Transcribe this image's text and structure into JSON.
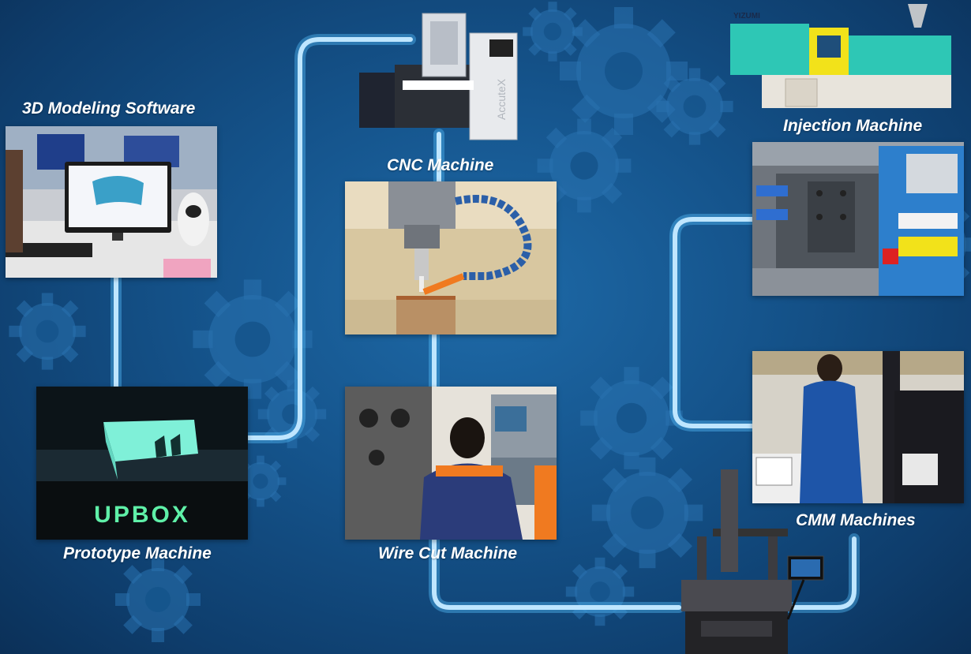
{
  "stations": {
    "modeling": {
      "label": "3D Modeling Software"
    },
    "cnc": {
      "label": "CNC Machine",
      "brand_text": "AccuteX"
    },
    "injection": {
      "label": "Injection Machine",
      "brand_text": "YIZUMI"
    },
    "prototype": {
      "label": "Prototype Machine",
      "brand_text": "UPBOX"
    },
    "wirecut": {
      "label": "Wire Cut Machine"
    },
    "cmm": {
      "label": "CMM Machines"
    }
  },
  "colors": {
    "background": "#15548c",
    "flow_line": "#bfe6ff",
    "flow_glow": "#4fb4f0",
    "gear": "#2a72b0",
    "injection_body": "#2ec7b5",
    "injection_accent": "#f2e21a",
    "upbox_green": "#5ff0a8"
  }
}
